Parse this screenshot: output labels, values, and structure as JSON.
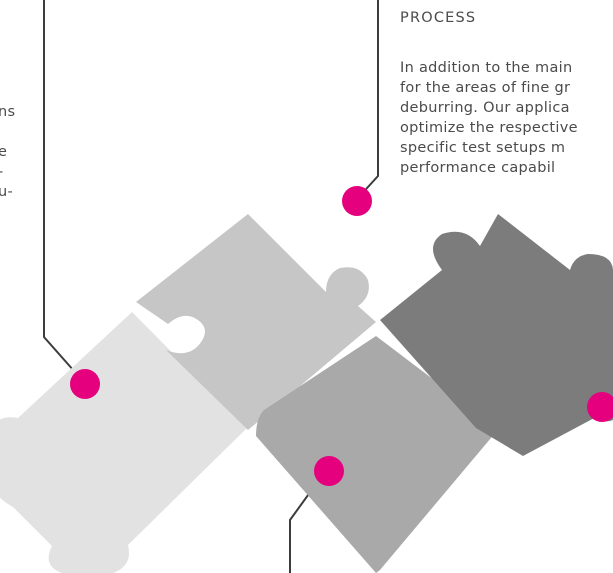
{
  "left_text": [
    "ns",
    "",
    "e",
    "-",
    "u-"
  ],
  "process": {
    "heading": "PROCESS",
    "body": [
      "In addition to the main",
      "for the areas of fine gr",
      "deburring. Our applica",
      "optimize the respective",
      "specific test setups m",
      "performance capabil"
    ]
  },
  "colors": {
    "accent": "#e5007e",
    "line": "#3c3c3c",
    "piece_light": "#e2e2e2",
    "piece_mid_light": "#c6c6c6",
    "piece_mid": "#a9a9a9",
    "piece_dark": "#7c7c7c"
  }
}
